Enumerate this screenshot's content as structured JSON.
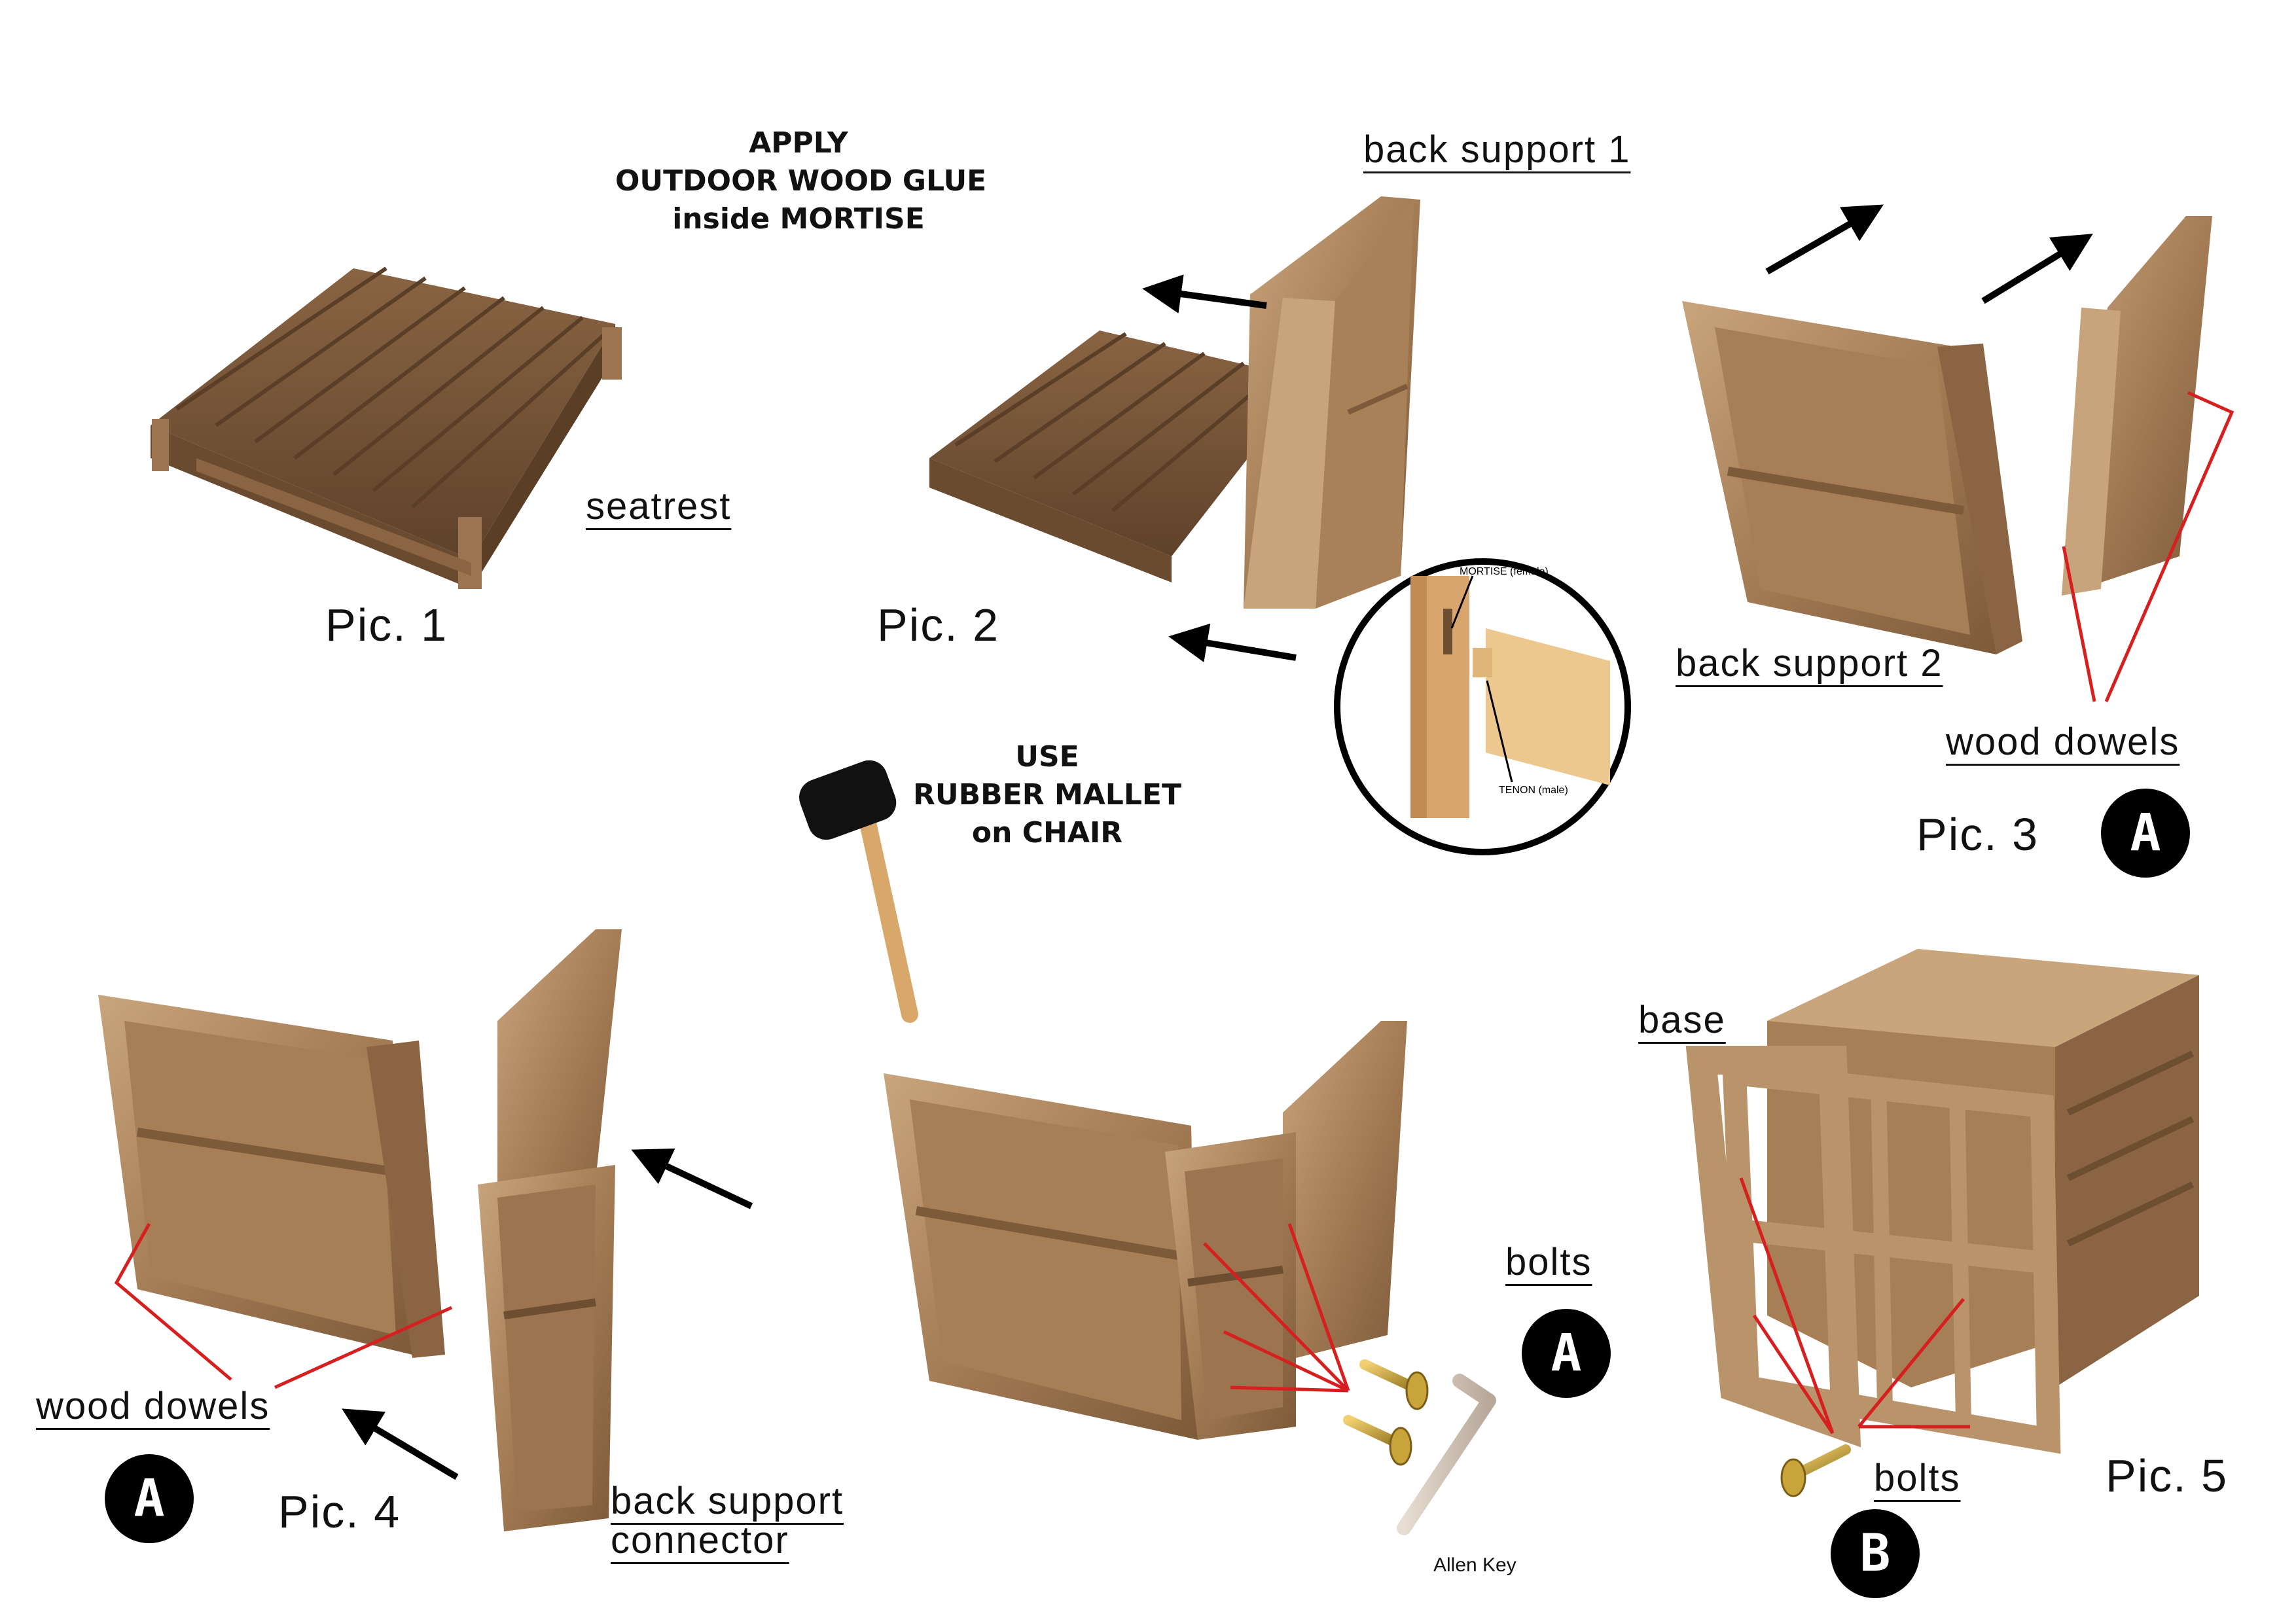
{
  "notes": {
    "glue": [
      "APPLY",
      "OUTDOOR WOOD GLUE",
      "inside MORTISE"
    ],
    "mallet": [
      "USE",
      "RUBBER MALLET",
      "on CHAIR"
    ]
  },
  "labels": {
    "seatrest": "seatrest",
    "back_support_1": "back support 1",
    "back_support_2": "back support 2",
    "wood_dowels_3": "wood dowels",
    "wood_dowels_4": "wood dowels",
    "back_support_connector_1": "back support",
    "back_support_connector_2": "connector",
    "bolts_a": "bolts",
    "bolts_b": "bolts",
    "base": "base",
    "allen_key": "Allen Key"
  },
  "pics": {
    "pic1": "Pic. 1",
    "pic2": "Pic. 2",
    "pic3": "Pic. 3",
    "pic4": "Pic. 4",
    "pic5": "Pic. 5"
  },
  "badges": {
    "pic3": "A",
    "pic4": "A",
    "bolts_a": "A",
    "bolts_b": "B"
  },
  "inset": {
    "mortise": "MORTISE (female)",
    "tenon": "TENON (male)"
  },
  "colors": {
    "wood_light": "#b9936a",
    "wood_mid": "#9c7550",
    "wood_dark": "#6e4e31",
    "pointer": "#d61f1f",
    "arrow": "#000000",
    "brass": "#c9a43a"
  }
}
